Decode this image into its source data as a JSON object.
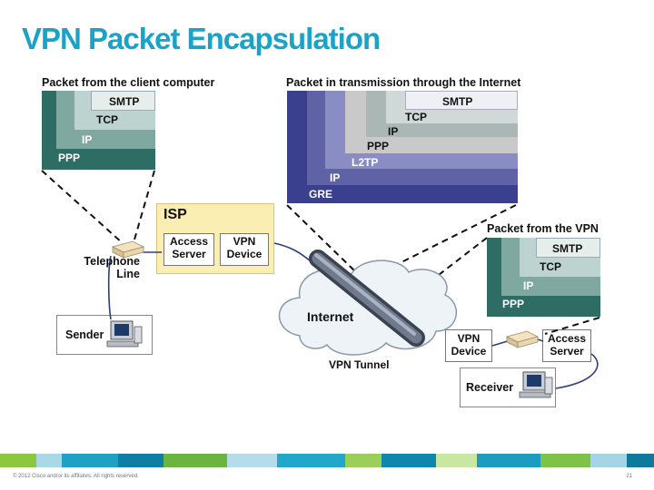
{
  "title": "VPN Packet Encapsulation",
  "client_packet": {
    "header": "Packet from the client computer",
    "layers": [
      "SMTP",
      "TCP",
      "IP",
      "PPP"
    ]
  },
  "transit_packet": {
    "header": "Packet in transmission through the Internet",
    "layers": [
      "SMTP",
      "TCP",
      "IP",
      "PPP",
      "L2TP",
      "IP",
      "GRE"
    ]
  },
  "vpn_packet": {
    "header": "Packet from the VPN",
    "layers": [
      "SMTP",
      "TCP",
      "IP",
      "PPP"
    ]
  },
  "isp": {
    "label": "ISP",
    "access_server": "Access\nServer",
    "vpn_device": "VPN\nDevice"
  },
  "labels": {
    "telephone_line": "Telephone\nLine",
    "sender": "Sender",
    "receiver": "Receiver",
    "internet": "Internet",
    "vpn_tunnel": "VPN Tunnel",
    "vpn_device_right": "VPN\nDevice",
    "access_server_right": "Access\nServer"
  },
  "footer": {
    "copyright": "© 2012 Cisco and/or its affiliates. All rights reserved.",
    "page": "21"
  },
  "colors": {
    "title": "#1aa3c8",
    "client_layers": [
      "#e6eeec",
      "#bcd3d0",
      "#7fa8a1",
      "#2e6d63"
    ],
    "transit_layers": [
      "#eef0f6",
      "#d0d8d8",
      "#aab7b4",
      "#c9c9c9",
      "#8a8dc4",
      "#5f63a6",
      "#3a3f8e"
    ],
    "isp_fill": "#fbeeb3"
  }
}
